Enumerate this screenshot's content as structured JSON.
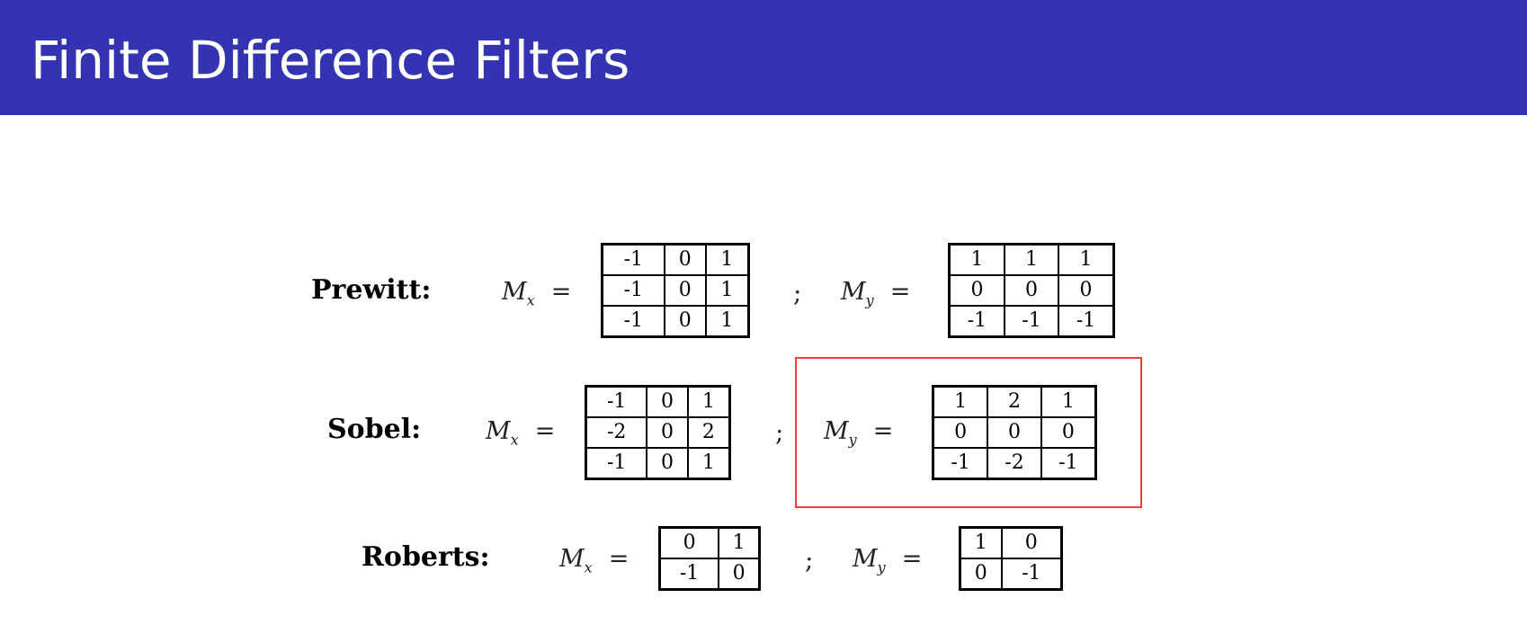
{
  "title": "Finite Difference Filters",
  "filters": {
    "prewitt": {
      "name": "Prewitt:",
      "mx_symbol": "M",
      "mx_sub": "x",
      "my_symbol": "M",
      "my_sub": "y",
      "equals": "=",
      "separator": ";",
      "mx": [
        [
          "-1",
          "0",
          "1"
        ],
        [
          "-1",
          "0",
          "1"
        ],
        [
          "-1",
          "0",
          "1"
        ]
      ],
      "my": [
        [
          "1",
          "1",
          "1"
        ],
        [
          "0",
          "0",
          "0"
        ],
        [
          "-1",
          "-1",
          "-1"
        ]
      ]
    },
    "sobel": {
      "name": "Sobel:",
      "mx_symbol": "M",
      "mx_sub": "x",
      "my_symbol": "M",
      "my_sub": "y",
      "equals": "=",
      "separator": ";",
      "mx": [
        [
          "-1",
          "0",
          "1"
        ],
        [
          "-2",
          "0",
          "2"
        ],
        [
          "-1",
          "0",
          "1"
        ]
      ],
      "my": [
        [
          "1",
          "2",
          "1"
        ],
        [
          "0",
          "0",
          "0"
        ],
        [
          "-1",
          "-2",
          "-1"
        ]
      ],
      "highlight_color": "#f04040"
    },
    "roberts": {
      "name": "Roberts:",
      "mx_symbol": "M",
      "mx_sub": "x",
      "my_symbol": "M",
      "my_sub": "y",
      "equals": "=",
      "separator": ";",
      "mx": [
        [
          "0",
          "1"
        ],
        [
          "-1",
          "0"
        ]
      ],
      "my": [
        [
          "1",
          "0"
        ],
        [
          "0",
          "-1"
        ]
      ]
    }
  },
  "colors": {
    "title_bar": "#3434b2",
    "title_text": "#ffffff",
    "highlight": "#f04040"
  }
}
